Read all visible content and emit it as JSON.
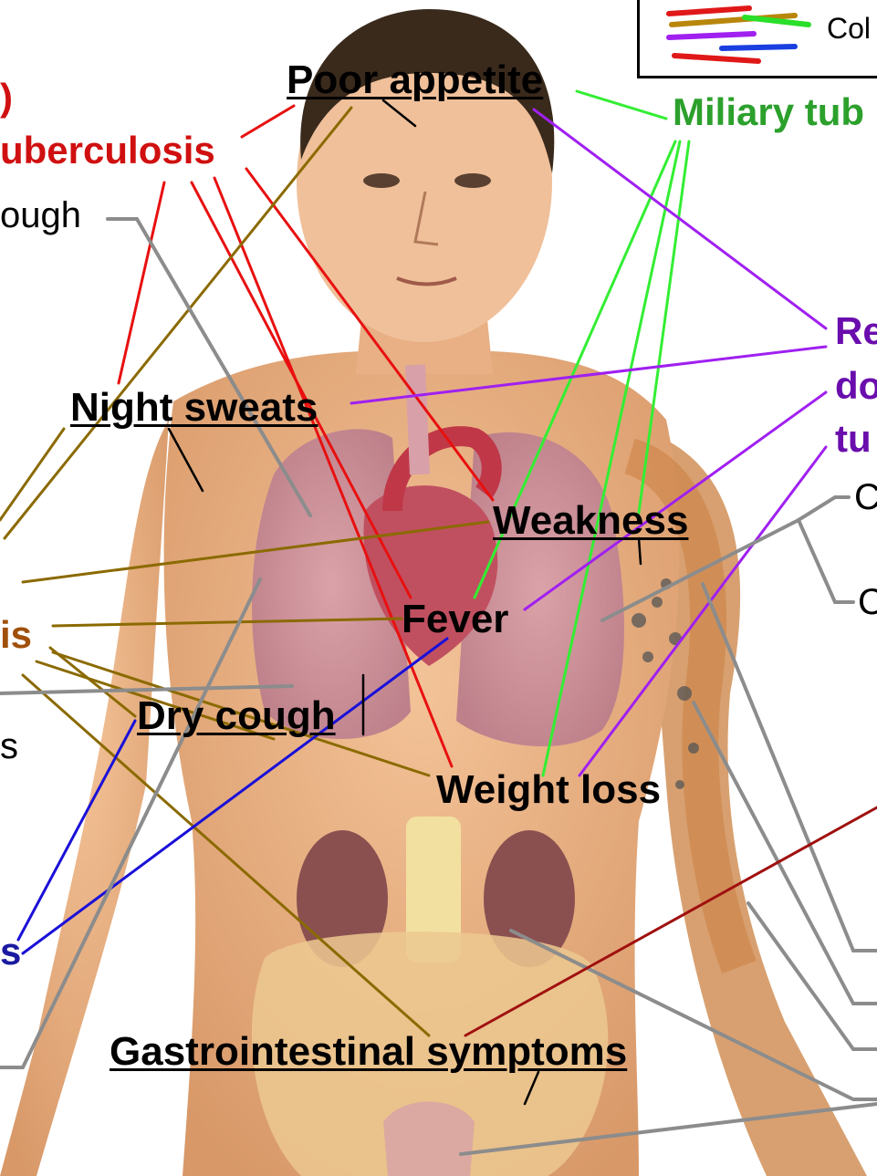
{
  "legend": {
    "swatches": [
      "#e01818",
      "#b8860b",
      "#2adf2a",
      "#a020f0",
      "#1a3fe0",
      "#e01818"
    ],
    "label_fragment": "Col"
  },
  "categories": {
    "pulmonary_fragment_1": ")",
    "pulmonary_fragment_2": "uberculosis",
    "miliary_fragment": "Miliary tub",
    "reactivation_fragment_1": "Re",
    "reactivation_fragment_2": "do",
    "reactivation_fragment_3": "tu",
    "brown_fragment": "is",
    "blue_fragment": "s"
  },
  "symptoms": {
    "poor_appetite": "Poor appetite",
    "night_sweats": "Night sweats",
    "weakness": "Weakness",
    "fever": "Fever",
    "dry_cough": "Dry cough",
    "weight_loss": "Weight loss",
    "gastrointestinal": "Gastrointestinal symptoms"
  },
  "fragments": {
    "cough": "ough",
    "s_left": "s",
    "c_right_1": "C",
    "c_right_2": "C"
  },
  "colors": {
    "pulmonary": "#d01010",
    "miliary": "#2ca02c",
    "reactivation": "#6a0dad",
    "brown": "#a0500a",
    "blue": "#1a1aa0",
    "line_red": "#e81010",
    "line_green": "#33ee33",
    "line_purple": "#a020f0",
    "line_olive": "#8b6a00",
    "line_grey": "#8c8c8c",
    "line_blue": "#1a10d8",
    "line_darkred": "#a01010"
  }
}
